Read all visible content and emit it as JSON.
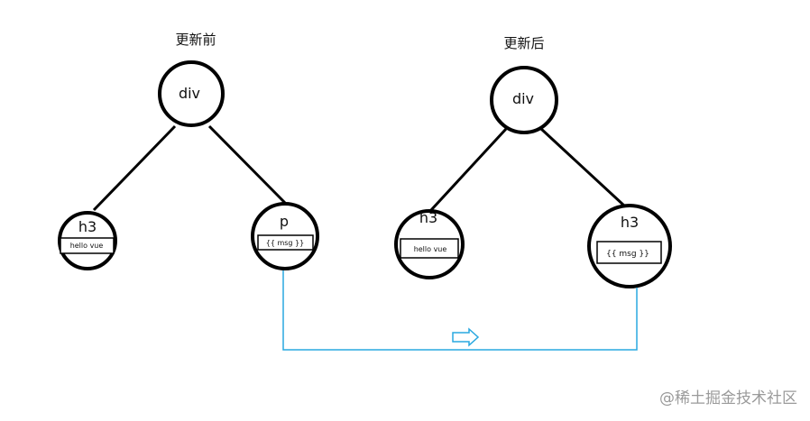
{
  "titles": {
    "before": "更新前",
    "after": "更新后"
  },
  "before_tree": {
    "root": {
      "tag": "div"
    },
    "left": {
      "tag": "h3",
      "content": "hello vue"
    },
    "right": {
      "tag": "p",
      "content": "{{ msg }}"
    }
  },
  "after_tree": {
    "root": {
      "tag": "div"
    },
    "left": {
      "tag": "h3",
      "content": "hello vue"
    },
    "right": {
      "tag": "h3",
      "content": "{{ msg }}"
    }
  },
  "colors": {
    "connector": "#29a8e0",
    "node_stroke": "#000000"
  },
  "watermark": "@稀土掘金技术社区"
}
